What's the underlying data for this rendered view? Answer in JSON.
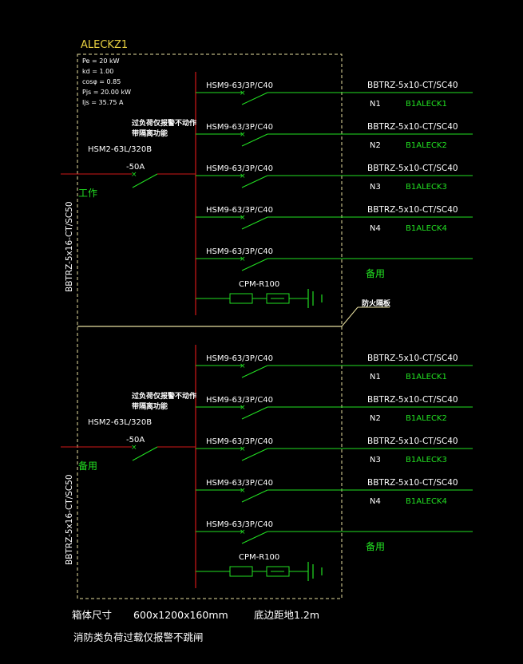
{
  "panel": {
    "name": "ALECKZ1",
    "params": [
      "Pe = 20 kW",
      "kd = 1.00",
      "cosφ = 0.85",
      "Pjs = 20.00 kW",
      "Ijs = 35.75 A"
    ]
  },
  "sections": [
    {
      "incoming_cable": "BBTRZ-5x16-CT/SC50",
      "status": "工作",
      "main_breaker": "HSM2-63L/320B",
      "main_breaker_current": "-50A",
      "note_line1": "过负荷仅报警不动作",
      "note_line2": "带隔离功能",
      "outgoing": [
        {
          "breaker": "HSM9-63/3P/C40",
          "cable": "BBTRZ-5x10-CT/SC40",
          "phase": "N1",
          "circuit": "B1ALECK1"
        },
        {
          "breaker": "HSM9-63/3P/C40",
          "cable": "BBTRZ-5x10-CT/SC40",
          "phase": "N2",
          "circuit": "B1ALECK2"
        },
        {
          "breaker": "HSM9-63/3P/C40",
          "cable": "BBTRZ-5x10-CT/SC40",
          "phase": "N3",
          "circuit": "B1ALECK3"
        },
        {
          "breaker": "HSM9-63/3P/C40",
          "cable": "BBTRZ-5x10-CT/SC40",
          "phase": "N4",
          "circuit": "B1ALECK4"
        }
      ],
      "spare_breaker": "HSM9-63/3P/C40",
      "spare_label": "备用",
      "spd": "CPM-R100"
    },
    {
      "incoming_cable": "BBTRZ-5x16-CT/SC50",
      "status": "备用",
      "main_breaker": "HSM2-63L/320B",
      "main_breaker_current": "-50A",
      "note_line1": "过负荷仅报警不动作",
      "note_line2": "带隔离功能",
      "outgoing": [
        {
          "breaker": "HSM9-63/3P/C40",
          "cable": "BBTRZ-5x10-CT/SC40",
          "phase": "N1",
          "circuit": "B1ALECK1"
        },
        {
          "breaker": "HSM9-63/3P/C40",
          "cable": "BBTRZ-5x10-CT/SC40",
          "phase": "N2",
          "circuit": "B1ALECK2"
        },
        {
          "breaker": "HSM9-63/3P/C40",
          "cable": "BBTRZ-5x10-CT/SC40",
          "phase": "N3",
          "circuit": "B1ALECK3"
        },
        {
          "breaker": "HSM9-63/3P/C40",
          "cable": "BBTRZ-5x10-CT/SC40",
          "phase": "N4",
          "circuit": "B1ALECK4"
        }
      ],
      "spare_breaker": "HSM9-63/3P/C40",
      "spare_label": "备用",
      "spd": "CPM-R100"
    }
  ],
  "fire_partition_label": "防火隔板",
  "footer": {
    "box_size_label": "箱体尺寸",
    "box_size_value": "600x1200x160mm",
    "height_label": "底边距地1.2m",
    "remark": "消防类负荷过载仅报警不跳闸"
  },
  "colors": {
    "background": "#000000",
    "busbar": "#d01818",
    "circuit": "#22e022",
    "text": "#ffffff",
    "panel_name": "#e8d040",
    "enclosure": "#e8e0a0"
  }
}
